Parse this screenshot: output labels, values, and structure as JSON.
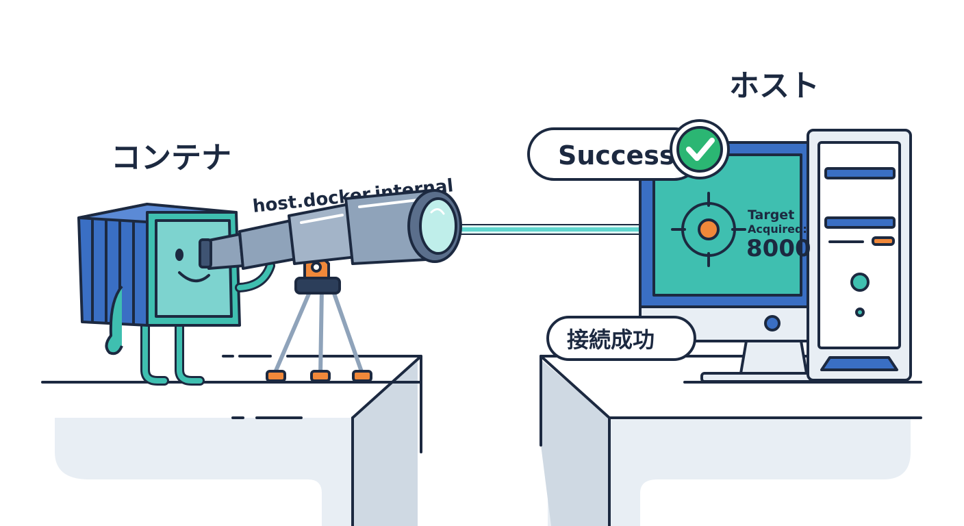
{
  "labels": {
    "container": "コンテナ",
    "host": "ホスト",
    "hostname": "host.docker.internal",
    "success": "Success",
    "connection": "接続成功",
    "target_line1": "Target",
    "target_line2": "Acquired:",
    "port": "8000"
  },
  "colors": {
    "outline": "#1c2940",
    "container_blue": "#3a6fc4",
    "container_teal": "#7dd3cf",
    "screen_teal": "#3fbfb0",
    "beam": "#5fd6cf",
    "accent_orange": "#f0883a",
    "check_green": "#2bb673",
    "telescope_gray": "#8fa3ba",
    "ledge_gray": "#e3eaf1"
  },
  "icons": [
    "target-crosshair-icon",
    "checkmark-icon"
  ]
}
